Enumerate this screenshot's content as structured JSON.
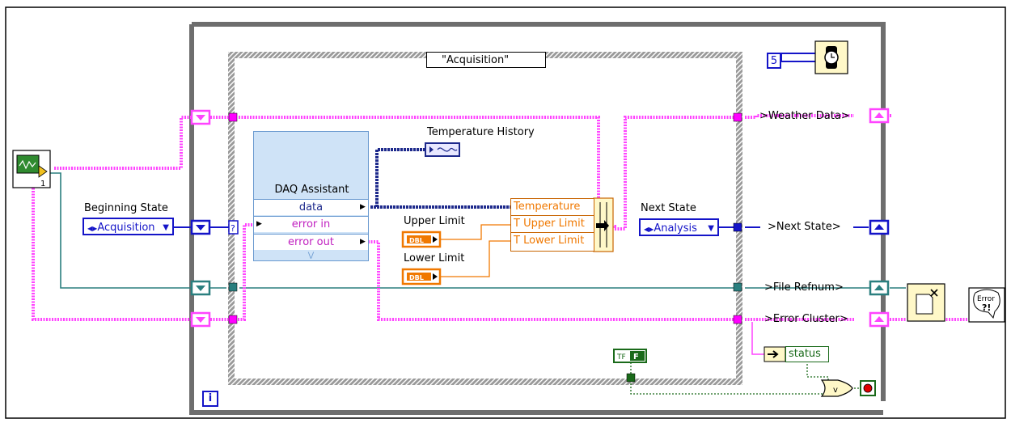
{
  "colors": {
    "error_wire": "#ff44ff",
    "enum_wire": "#1414c8",
    "refnum_wire": "#2a7f7f",
    "dbl_orange": "#f07800",
    "boolean_green": "#1a6a1a",
    "dynamic_wire": "#1e2a8c",
    "case_border": "#6a6a6a"
  },
  "case_structure": {
    "selector_label": "\"Acquisition\""
  },
  "wait": {
    "constant": "5",
    "icon": "wait-clock-icon"
  },
  "daq_assistant": {
    "title": "DAQ Assistant",
    "terminals": [
      "data",
      "error in",
      "error out"
    ],
    "icon": "daq-assistant-icon"
  },
  "temperature_history": {
    "label": "Temperature History",
    "icon": "waveform-chart-icon"
  },
  "upper_limit": {
    "label": "Upper Limit",
    "type": "DBL"
  },
  "lower_limit": {
    "label": "Lower Limit",
    "type": "DBL"
  },
  "bundle": {
    "elements": [
      "Temperature",
      "T Upper Limit",
      "T Lower Limit"
    ],
    "icon": "bundle-by-name-icon"
  },
  "beginning_state": {
    "label": "Beginning State",
    "value": "Acquisition"
  },
  "next_state": {
    "label": "Next State",
    "value": "Analysis"
  },
  "shift_registers": {
    "weather_data": ">Weather Data>",
    "next_state": ">Next State>",
    "file_refnum": ">File Refnum>",
    "error_cluster": ">Error Cluster>"
  },
  "status": {
    "label": "status"
  },
  "boolean_constant": {
    "value": "F"
  },
  "while_loop": {
    "iteration_label": "i"
  },
  "icons": {
    "init": "initialize-vi-icon",
    "close": "close-file-icon",
    "error": "error-handler-icon",
    "stop": "stop-condition-icon",
    "or": "or-function-icon"
  }
}
